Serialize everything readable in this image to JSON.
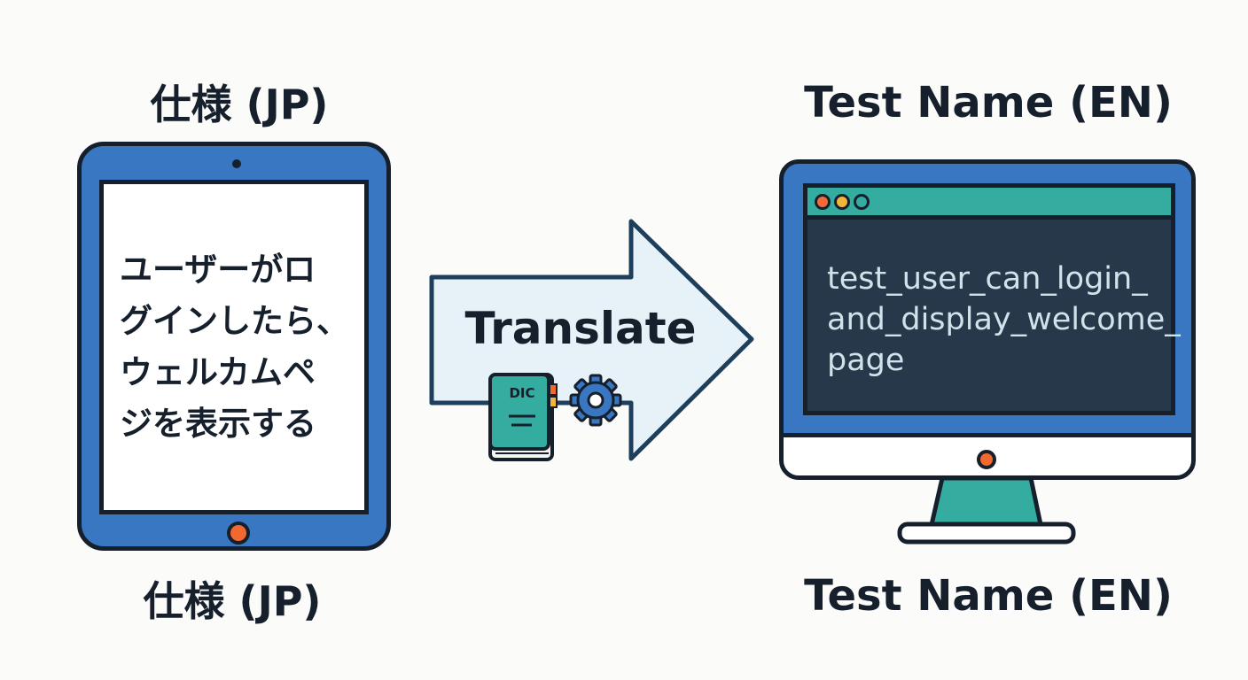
{
  "jp_label_top": "仕様 (JP)",
  "jp_label_bottom": "仕様 (JP)",
  "en_label_top": "Test Name (EN)",
  "en_label_bottom": "Test Name (EN)",
  "tablet": {
    "screen_text": "ユーザーがロ\nグインしたら、\nウェルカムペ\nジを表示する"
  },
  "arrow": {
    "label": "Translate",
    "book_label": "DIC"
  },
  "monitor": {
    "code_text": "test_user_can_login_\nand_display_welcome_\npage"
  },
  "icons": [
    "tablet-icon",
    "dictionary-book-icon",
    "gear-icon",
    "monitor-icon"
  ],
  "colors": {
    "device_blue": "#3a77c2",
    "teal": "#34ac9f",
    "code_bg": "#263849",
    "accent_orange": "#f2692f",
    "arrow_fill": "#e6f2f7",
    "outline": "#16202c"
  }
}
